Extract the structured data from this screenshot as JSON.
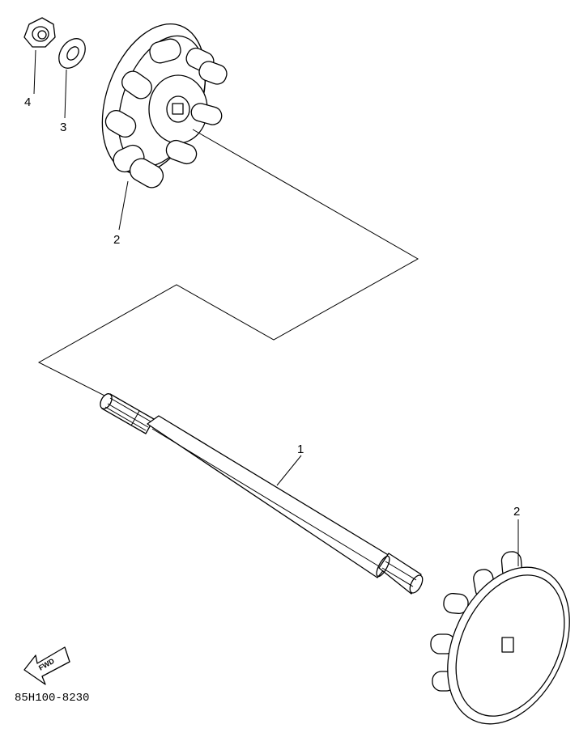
{
  "diagram": {
    "code": "85H100-8230",
    "fwd_arrow_text": "FWD",
    "callouts": [
      {
        "key": "nut",
        "number": "4"
      },
      {
        "key": "washer",
        "number": "3"
      },
      {
        "key": "impeller_upper",
        "number": "2"
      },
      {
        "key": "shaft",
        "number": "1"
      },
      {
        "key": "impeller_lower",
        "number": "2"
      }
    ]
  }
}
